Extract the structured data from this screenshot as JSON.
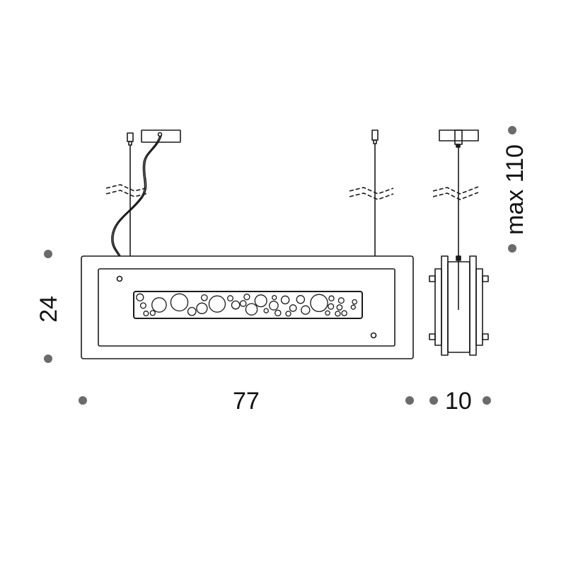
{
  "colors": {
    "line": "#1a1a1a",
    "dot": "#6b6b6e",
    "text": "#111111",
    "background": "#ffffff"
  },
  "dimensions": {
    "width_label": "77",
    "height_label": "24",
    "depth_label": "10",
    "drop_label": "max 110"
  },
  "views": {
    "front": "front-view",
    "side": "side-view"
  }
}
